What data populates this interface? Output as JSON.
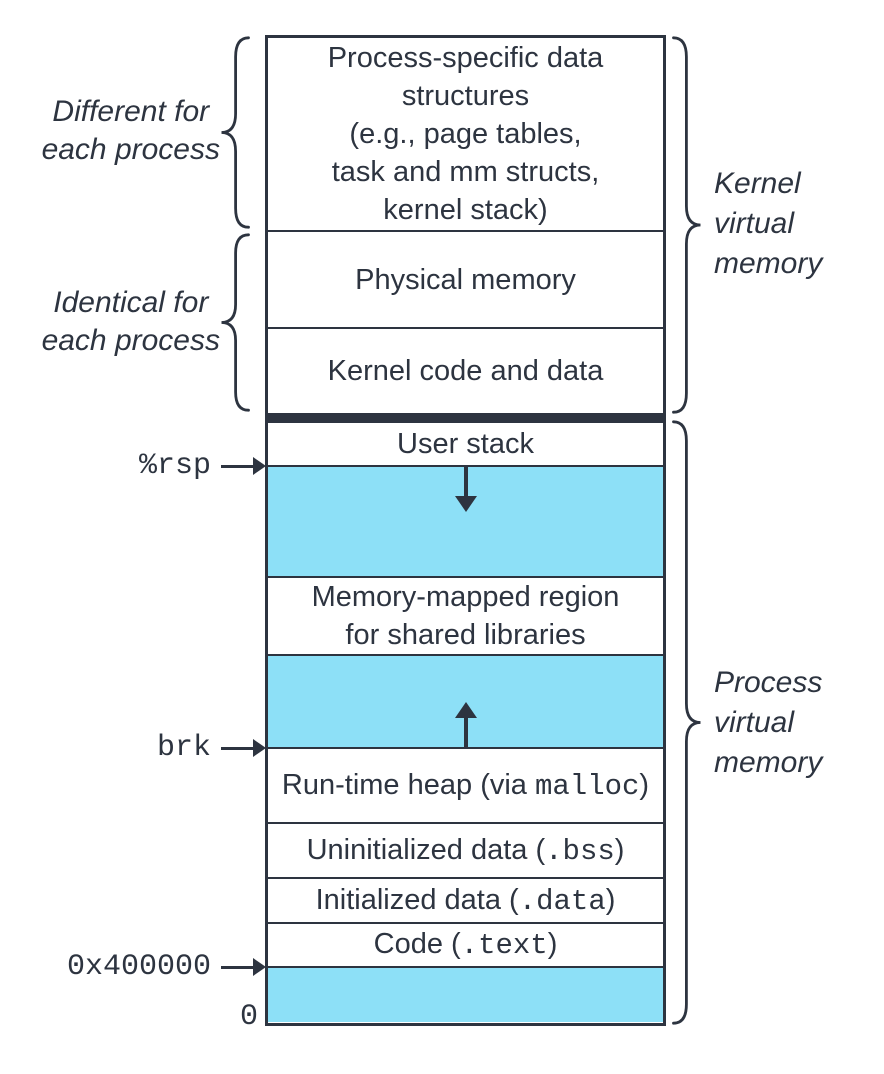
{
  "colors": {
    "ink": "#2d3440",
    "region_fill": "#8DE0F7",
    "background": "#ffffff"
  },
  "annotations": {
    "left": [
      {
        "lines": [
          "Different for",
          "each process"
        ]
      },
      {
        "lines": [
          "Identical for",
          "each process"
        ]
      }
    ],
    "right": [
      {
        "lines": [
          "Kernel",
          "virtual",
          "memory"
        ]
      },
      {
        "lines": [
          "Process",
          "virtual",
          "memory"
        ]
      }
    ]
  },
  "regions": {
    "kernel_structs": {
      "lines": [
        "Process-specific data",
        "structures",
        "(e.g., page tables,",
        "task and mm structs,",
        "kernel stack)"
      ]
    },
    "physical_memory": {
      "label": "Physical memory"
    },
    "kernel_code": {
      "label": "Kernel code and data"
    },
    "user_stack": {
      "label": "User stack"
    },
    "stack_growth": {
      "icon": "down-arrow"
    },
    "mmap": {
      "lines": [
        "Memory-mapped region",
        "for shared libraries"
      ]
    },
    "heap_growth": {
      "icon": "up-arrow"
    },
    "heap": {
      "pre": "Run-time heap (via ",
      "code": "malloc",
      "post": ")"
    },
    "bss": {
      "pre": "Uninitialized data (",
      "code": ".bss",
      "post": ")"
    },
    "data": {
      "pre": "Initialized data (",
      "code": ".data",
      "post": ")"
    },
    "code": {
      "pre": "Code (",
      "code": ".text",
      "post": ")"
    }
  },
  "address_labels": {
    "rsp": "%rsp",
    "brk": "brk",
    "code_start": "0x400000",
    "zero": "0"
  },
  "icons": {
    "stack_growth": "down-arrow",
    "heap_growth": "up-arrow",
    "address_pointer": "right-arrow"
  }
}
